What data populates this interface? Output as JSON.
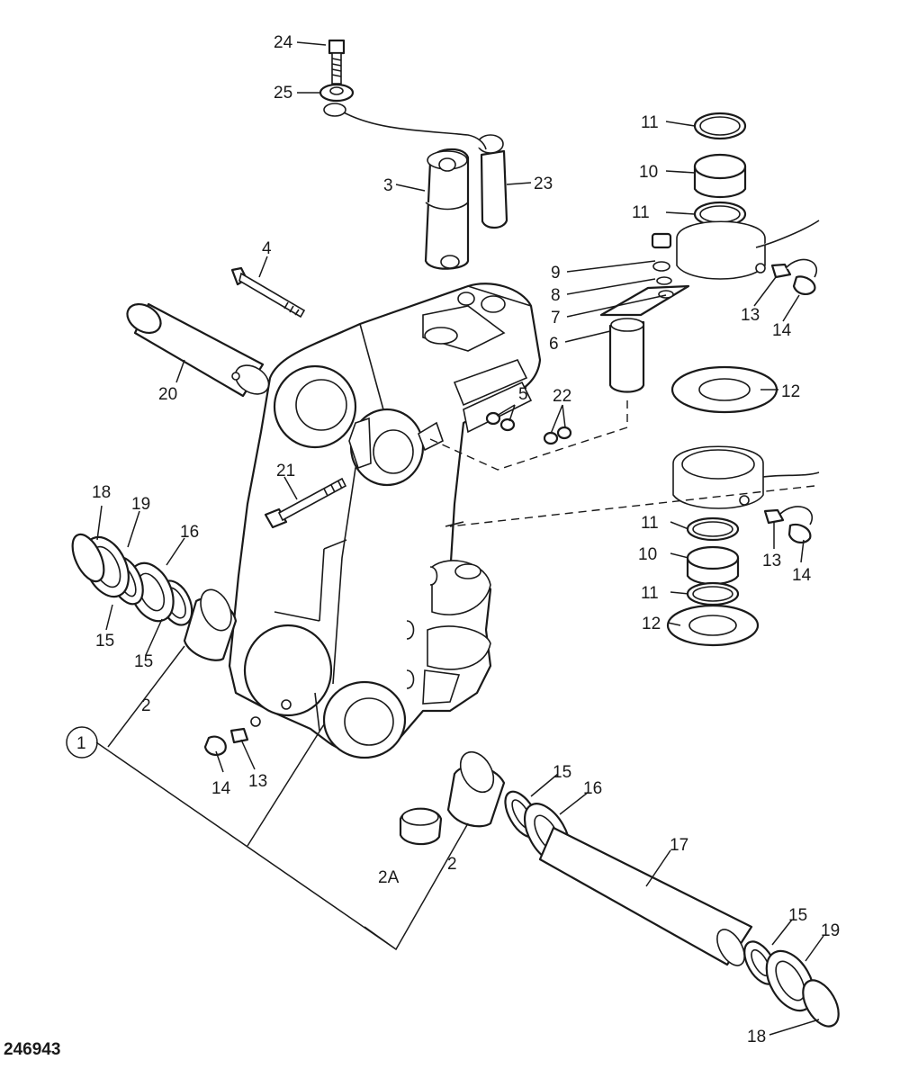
{
  "drawing_number": "246943",
  "callouts": {
    "c1": "1",
    "c2a": "2",
    "c2b": "2",
    "c2A": "2A",
    "c3": "3",
    "c4": "4",
    "c5": "5",
    "c6": "6",
    "c7": "7",
    "c8": "8",
    "c9": "9",
    "c10a": "10",
    "c10b": "10",
    "c11a": "11",
    "c11b": "11",
    "c11c": "11",
    "c11d": "11",
    "c12a": "12",
    "c12b": "12",
    "c13a": "13",
    "c13b": "13",
    "c13c": "13",
    "c14a": "14",
    "c14b": "14",
    "c14c": "14",
    "c15a": "15",
    "c15b": "15",
    "c15c": "15",
    "c15d": "15",
    "c16a": "16",
    "c16b": "16",
    "c17": "17",
    "c18a": "18",
    "c18b": "18",
    "c19a": "19",
    "c19b": "19",
    "c20": "20",
    "c21": "21",
    "c22": "22",
    "c23": "23",
    "c24": "24",
    "c25": "25"
  }
}
